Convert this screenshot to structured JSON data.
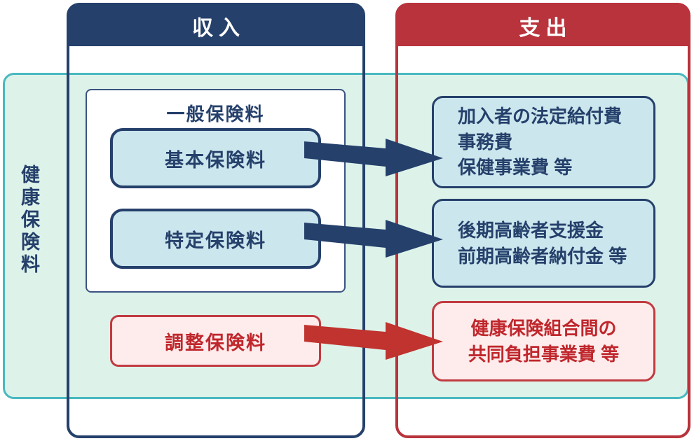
{
  "diagram": {
    "side_label": "健康保険料",
    "income": {
      "header": "収入",
      "general_group": "一般保険料",
      "basic": "基本保険料",
      "specific": "特定保険料",
      "adjustment": "調整保険料"
    },
    "expense": {
      "header": "支出",
      "box_benefits": {
        "lines": [
          "加入者の法定給付費",
          "事務費",
          "保健事業費 等"
        ]
      },
      "box_elderly": {
        "lines": [
          "後期高齢者支援金",
          "前期高齢者納付金 等"
        ]
      },
      "box_joint": {
        "lines": [
          "健康保険組合間の",
          "共同負担事業費 等"
        ]
      }
    },
    "colors": {
      "navy": "#25406b",
      "red": "#b8333c",
      "teal_border": "#49b8bf",
      "mint_fill": "#ddf3ea",
      "light_blue_fill": "#cbe6ed",
      "pink_fill": "#fdeceb",
      "white": "#ffffff"
    }
  }
}
